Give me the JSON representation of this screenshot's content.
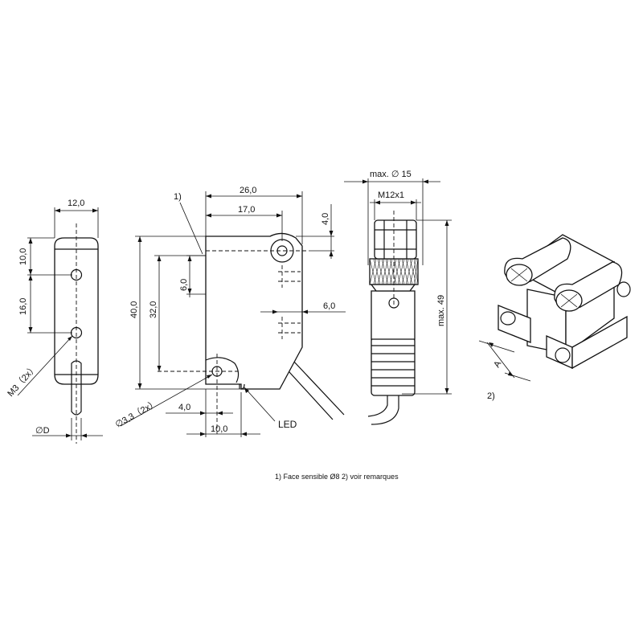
{
  "dimensions": {
    "side_width": "12,0",
    "side_top": "10,0",
    "side_pitch": "16,0",
    "side_thread": "M3（2x）",
    "side_diameter": "∅D",
    "front_width": "26,0",
    "front_hole_x": "17,0",
    "front_top": "4,0",
    "front_height": "40,0",
    "front_pitch": "32,0",
    "front_lens": "6,0",
    "front_led_pos": "6,0",
    "front_hole": "∅3,3（2x）",
    "front_bottom_offset": "4,0",
    "front_bottom_width": "10,0",
    "conn_dia": "max. ∅ 15",
    "conn_thread": "M12x1",
    "conn_length": "max. 49",
    "iso_dim": "A"
  },
  "callouts": {
    "note1": "1)",
    "note2": "2)",
    "led": "LED"
  },
  "footnote": "1) Face sensible Ø8  2) voir remarques"
}
